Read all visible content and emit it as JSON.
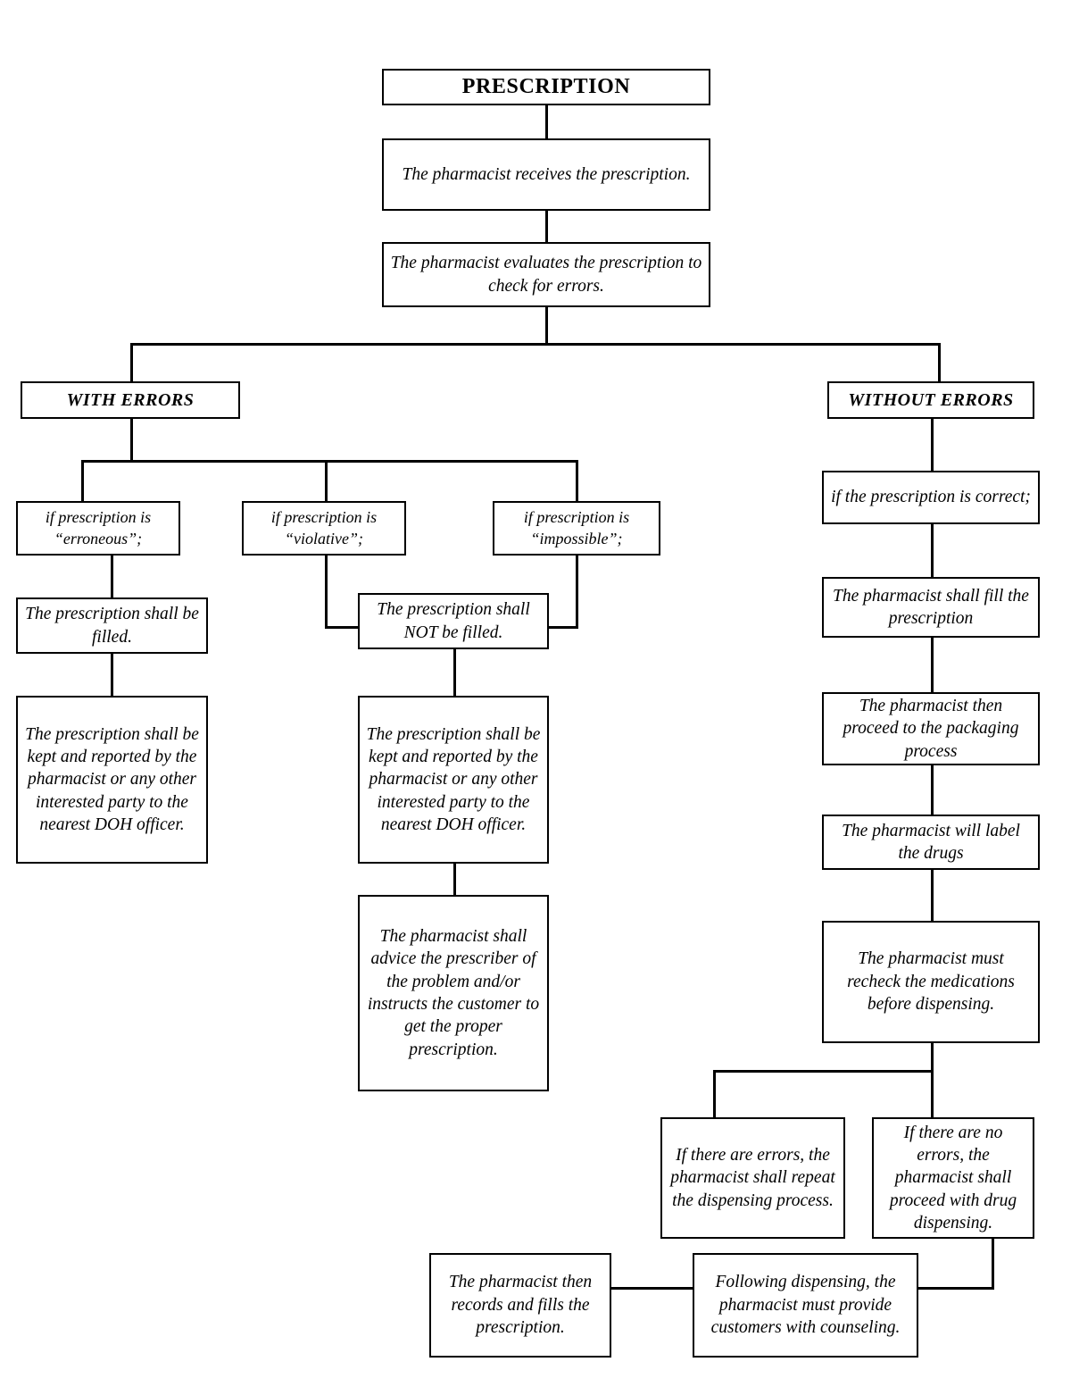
{
  "diagram": {
    "title": "PRESCRIPTION",
    "type": "flowchart",
    "orientation": "top-down",
    "line_color": "#000000",
    "box_border_color": "#000000",
    "background_color": "#ffffff",
    "nodes": {
      "prescription": "PRESCRIPTION",
      "receives": "The pharmacist receives the prescription.",
      "evaluates": "The pharmacist evaluates the prescription to check for errors.",
      "with_errors": "WITH ERRORS",
      "without_errors": "WITHOUT ERRORS",
      "erroneous": "if prescription is “erroneous”;",
      "violative": "if prescription is “violative”;",
      "impossible": "if prescription is “impossible”;",
      "shall_be_filled": "The prescription shall be filled.",
      "shall_not_be_filled": "The prescription shall NOT be filled.",
      "kept_reported_left": "The prescription shall be kept and reported by the pharmacist or any other interested party to the nearest DOH officer.",
      "kept_reported_mid": "The prescription shall be kept and reported by the pharmacist or any other interested party to the nearest DOH officer.",
      "advice_prescriber": "The pharmacist shall advice the prescriber of the problem and/or instructs the customer to get the proper prescription.",
      "correct": "if the prescription is correct;",
      "shall_fill": "The pharmacist shall fill the prescription",
      "packaging": "The pharmacist then proceed to the packaging process",
      "label_drugs": "The pharmacist will label the drugs",
      "recheck": "The pharmacist must recheck the medications before dispensing.",
      "if_errors_repeat": "If there are errors, the pharmacist shall repeat the dispensing process.",
      "if_no_errors_proceed": "If there are no errors, the pharmacist shall proceed with drug dispensing.",
      "records_fills": "The pharmacist then records and fills the prescription.",
      "counseling": "Following dispensing, the pharmacist must provide customers with counseling."
    }
  }
}
